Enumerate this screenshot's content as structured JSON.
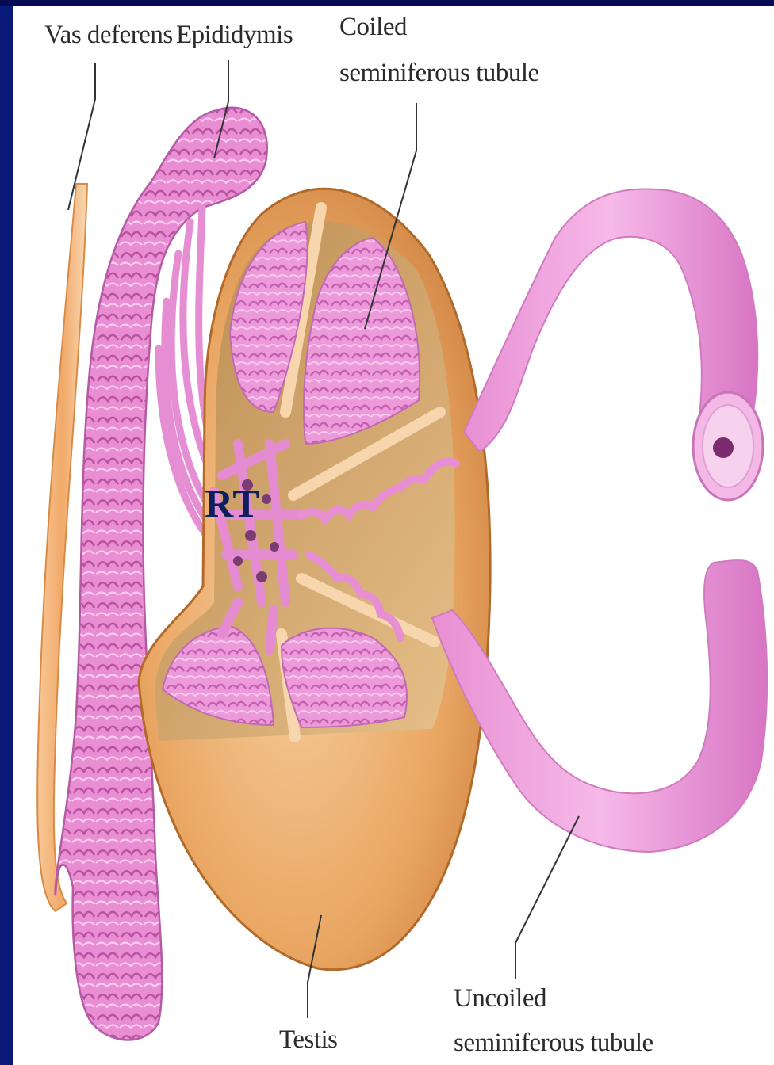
{
  "labels": {
    "vas_deferens": "Vas deferens",
    "epididymis": "Epididymis",
    "coiled_line1": "Coiled",
    "coiled_line2": "seminiferous tubule",
    "rt": "RT",
    "testis": "Testis",
    "uncoiled_line1": "Uncoiled",
    "uncoiled_line2": "seminiferous tubule"
  },
  "colors": {
    "frame_blue": "#0a1a78",
    "tubule_pink": "#e58ed4",
    "tubule_dark": "#c565b5",
    "testis_orange": "#e9a766",
    "testis_light": "#f3c694",
    "leader_line": "#333333",
    "rt_label": "#0d1f5c"
  }
}
